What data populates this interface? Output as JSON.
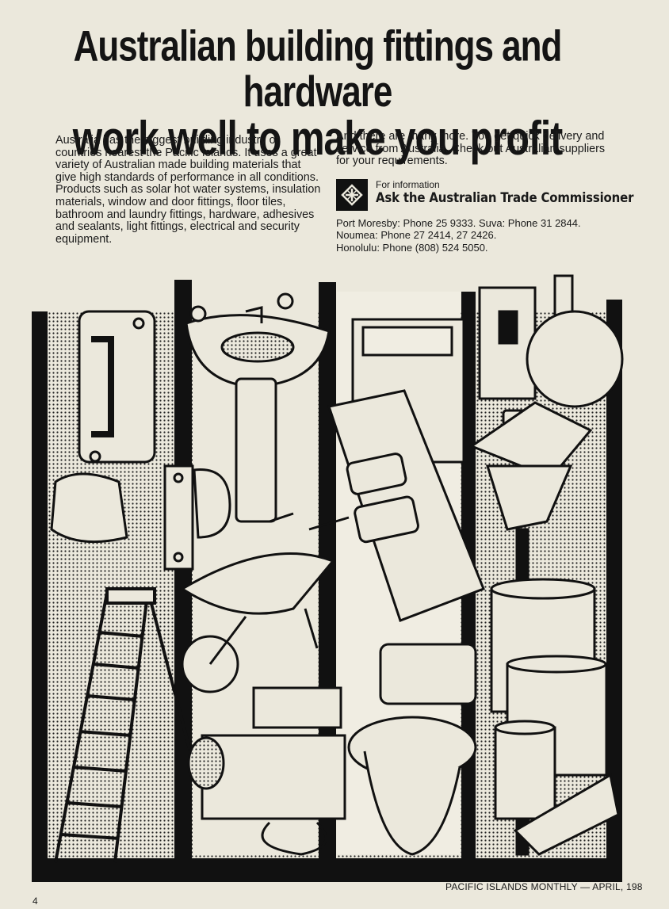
{
  "headline": {
    "line1": "Australian building fittings and hardware",
    "line2": "work well to make you profit"
  },
  "body_left": "Australia has the biggest building industry of countries nearest the Pacific Islands. It uses a great variety of Australian made building materials that give high standards of performance in all conditions. Products such as solar hot water systems, insulation materials, window and door fittings, floor tiles, bathroom and laundry fittings, hardware, adhesives and sealants, light fittings, electrical and security equipment.",
  "body_right": "And there are many more. You get quick delivery and service from Australia. Check out Australian suppliers for your requirements.",
  "info": {
    "small": "For information",
    "big": "Ask the Australian Trade Commissioner"
  },
  "phones": [
    "Port Moresby: Phone 25 9333. Suva: Phone 31 2844.",
    "Noumea: Phone 27 2414, 27 2426.",
    "Honolulu: Phone (808) 524 5050."
  ],
  "footer": "PACIFIC ISLANDS MONTHLY — APRIL, 198",
  "page_number": "4"
}
